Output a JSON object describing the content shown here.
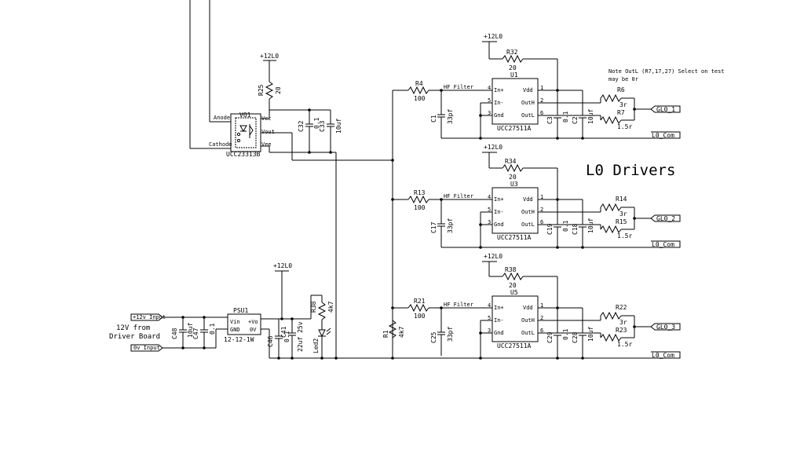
{
  "title": "L0 Drivers",
  "note": {
    "line1": "Note OutL (R7,17,27) Select on test",
    "line2": "may be 0r"
  },
  "supply": "+12L0",
  "opto": {
    "ref": "VO1",
    "part": "UCC23313B",
    "anode": "Anode",
    "cathode": "Cathode",
    "vcc": "Vcc",
    "vout": "Vout",
    "vee": "Vee"
  },
  "psu": {
    "ref": "PSU1",
    "part": "12-12-1W",
    "vin": "Vin",
    "gnd": "GND",
    "pvo": "+Vo",
    "zv": "0V"
  },
  "input": {
    "p12": "+12v_Input",
    "zero": "0v_Input",
    "desc1": "12V from",
    "desc2": "Driver Board"
  },
  "passives": {
    "R25": {
      "ref": "R25",
      "val": "20"
    },
    "C32": {
      "ref": "C32",
      "val": "0.1"
    },
    "C33": {
      "ref": "C33",
      "val": "10uf"
    },
    "C48": {
      "ref": "C48",
      "val": "10uf"
    },
    "C47": {
      "ref": "C47",
      "val": "0.1"
    },
    "C46": {
      "ref": "C46",
      "val": "0.1"
    },
    "C41": {
      "ref": "C41",
      "val": "22uf 25v"
    },
    "R38": {
      "ref": "R38",
      "val": "4k7"
    },
    "LED": {
      "ref": "Led2"
    },
    "R1": {
      "ref": "R1",
      "val": "4k7"
    }
  },
  "drivers": [
    {
      "u": "U1",
      "part": "UCC27511A",
      "rin": {
        "ref": "R4",
        "val": "100"
      },
      "cf": {
        "ref": "C1",
        "val": "33pf"
      },
      "hf": "HF Filter",
      "rs": {
        "ref": "R32",
        "val": "20"
      },
      "c1": {
        "ref": "C3",
        "val": "0.1"
      },
      "c2": {
        "ref": "C2",
        "val": "10uf"
      },
      "rh": {
        "ref": "R6",
        "val": "3r"
      },
      "rl": {
        "ref": "R7",
        "val": "1.5r"
      },
      "out": "GL0_1",
      "com": "L0_Com"
    },
    {
      "u": "U3",
      "part": "UCC27511A",
      "rin": {
        "ref": "R13",
        "val": "100"
      },
      "cf": {
        "ref": "C17",
        "val": "33pf"
      },
      "hf": "HF Filter",
      "rs": {
        "ref": "R34",
        "val": "20"
      },
      "c1": {
        "ref": "C19",
        "val": "0.1"
      },
      "c2": {
        "ref": "C18",
        "val": "10uf"
      },
      "rh": {
        "ref": "R14",
        "val": "3r"
      },
      "rl": {
        "ref": "R15",
        "val": "1.5r"
      },
      "out": "GL0_2",
      "com": "L0_Com"
    },
    {
      "u": "U5",
      "part": "UCC27511A",
      "rin": {
        "ref": "R21",
        "val": "100"
      },
      "cf": {
        "ref": "C25",
        "val": "33pf"
      },
      "hf": "HF Filter",
      "rs": {
        "ref": "R38",
        "val": "20"
      },
      "c1": {
        "ref": "C29",
        "val": "0.1"
      },
      "c2": {
        "ref": "C28",
        "val": "10uf"
      },
      "rh": {
        "ref": "R22",
        "val": "3r"
      },
      "rl": {
        "ref": "R23",
        "val": "1.5r"
      },
      "out": "GL0_3",
      "com": "L0_Com"
    }
  ],
  "pins": {
    "inp": "In+",
    "inm": "In-",
    "gnd": "Gnd",
    "vdd": "Vdd",
    "outh": "OutH",
    "outl": "OutL",
    "n4": "4",
    "n5": "5",
    "n3": "3",
    "n1": "1",
    "n2": "2",
    "n6": "6"
  }
}
